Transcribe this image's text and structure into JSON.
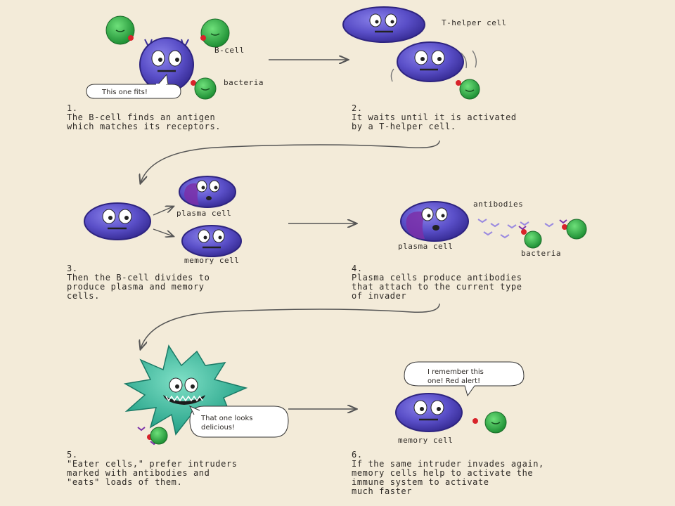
{
  "labels": {
    "b_cell": "B-cell",
    "bacteria_1": "bacteria",
    "bubble_fits": "This one fits!",
    "t_helper": "T-helper cell",
    "plasma_cell_3": "plasma cell",
    "memory_cell_3": "memory cell",
    "antibodies": "antibodies",
    "plasma_cell_4": "plasma cell",
    "bacteria_4": "bacteria",
    "bubble_delicious_1": "That one looks",
    "bubble_delicious_2": "delicious!",
    "bubble_remember_1": "I remember this",
    "bubble_remember_2": "one! Red alert!",
    "memory_cell_6": "memory cell"
  },
  "steps": [
    {
      "num": "1.",
      "text": "The B-cell finds an antigen\nwhich matches its receptors."
    },
    {
      "num": "2.",
      "text": "It waits until it is activated\nby a T-helper cell."
    },
    {
      "num": "3.",
      "text": "Then the B-cell divides to\nproduce plasma and memory\ncells."
    },
    {
      "num": "4.",
      "text": "Plasma cells produce antibodies\nthat attach to the current type\nof invader"
    },
    {
      "num": "5.",
      "text": "\"Eater cells,\" prefer intruders\nmarked with antibodies and\n\"eats\" loads of them."
    },
    {
      "num": "6.",
      "text": "If the same intruder invades again,\nmemory cells help to activate the\nimmune system to activate\nmuch faster"
    }
  ],
  "colors": {
    "background": "#f3ebd9",
    "cell_blue": "#5a4fc8",
    "plasma_purple": "#7a2fa8",
    "bacteria_green": "#2fb24a",
    "receptor_red": "#d8232a",
    "eater_teal": "#2fb59a",
    "arrow": "#555555"
  }
}
